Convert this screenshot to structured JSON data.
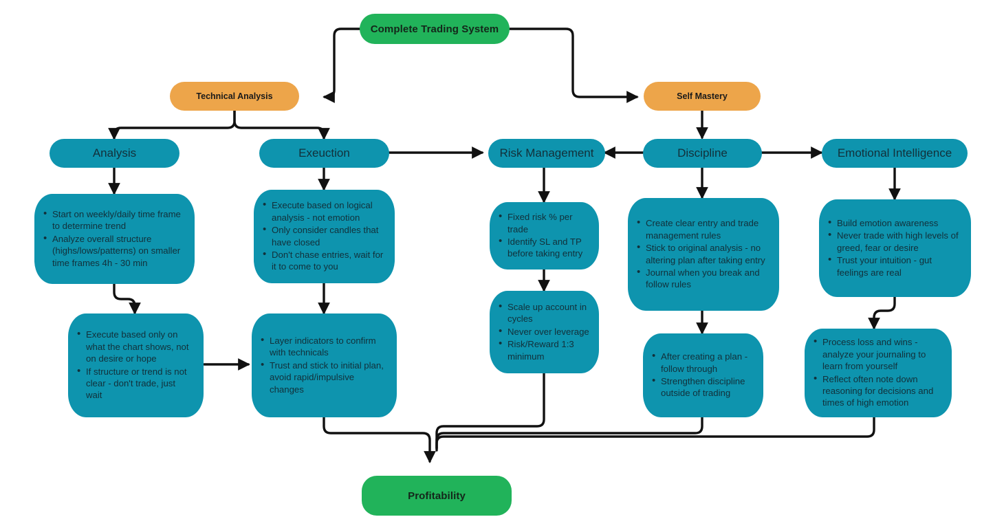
{
  "diagram": {
    "title": "Complete Trading System",
    "colors": {
      "green": "#21b35a",
      "orange": "#eda54a",
      "teal": "#0e94ae",
      "edge": "#111111",
      "background": "#ffffff",
      "text_dark": "#12303a"
    }
  },
  "nodes": {
    "root": {
      "label": "Complete Trading System"
    },
    "technical_analysis": {
      "label": "Technical Analysis"
    },
    "self_mastery": {
      "label": "Self Mastery"
    },
    "analysis": {
      "label": "Analysis"
    },
    "execution": {
      "label": "Exeuction"
    },
    "risk_management": {
      "label": "Risk Management"
    },
    "discipline": {
      "label": "Discipline"
    },
    "emotional_intelligence": {
      "label": "Emotional Intelligence"
    },
    "profitability": {
      "label": "Profitability"
    }
  },
  "details": {
    "analysis_1": [
      "Start on weekly/daily time frame to determine trend",
      "Analyze overall structure (highs/lows/patterns) on smaller time frames 4h - 30 min"
    ],
    "analysis_2": [
      "Execute based only on what the chart shows, not on desire or hope",
      "If structure or trend is not clear - don't trade, just wait"
    ],
    "execution_1": [
      "Execute based on logical analysis - not emotion",
      "Only consider candles that have closed",
      "Don't chase entries, wait for it to come to you"
    ],
    "execution_2": [
      "Layer indicators to confirm with technicals",
      "Trust and stick to initial plan, avoid rapid/impulsive changes"
    ],
    "risk_1": [
      "Fixed risk % per trade",
      "Identify SL and TP before taking entry"
    ],
    "risk_2": [
      "Scale up account in cycles",
      "Never over leverage",
      "Risk/Reward 1:3 minimum"
    ],
    "discipline_1": [
      "Create clear entry and trade management rules",
      "Stick to original analysis - no altering plan after taking entry",
      "Journal when you break and follow rules"
    ],
    "discipline_2": [
      "After creating a plan - follow through",
      "Strengthen discipline outside of trading"
    ],
    "emotional_1": [
      "Build emotion awareness",
      "Never trade with high levels of greed, fear or desire",
      "Trust your intuition - gut feelings are real"
    ],
    "emotional_2": [
      "Process loss and wins - analyze your journaling to learn from yourself",
      "Reflect often note down reasoning for decisions and times of high emotion"
    ]
  }
}
